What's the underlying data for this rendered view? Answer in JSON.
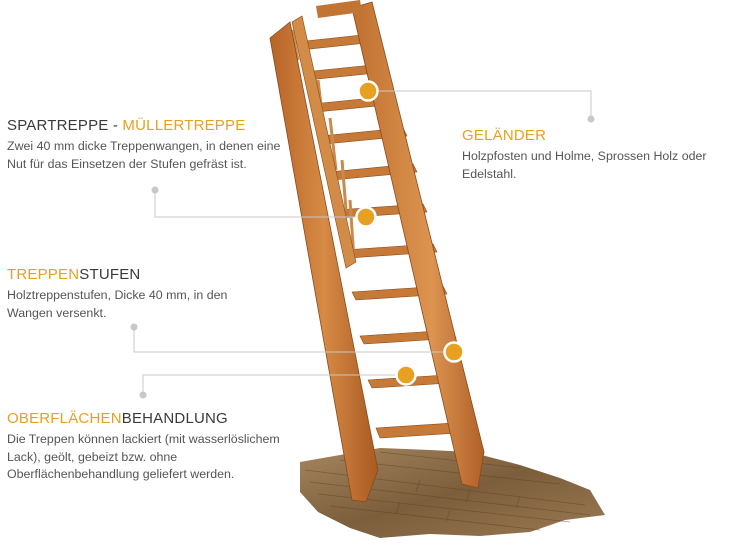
{
  "colors": {
    "accent": "#e8a020",
    "heading": "#3a3a3a",
    "text": "#555555",
    "connector": "#c8c8c8",
    "wood": "#c8732e",
    "wood_dark": "#9a5420",
    "floor": "#8a6a46"
  },
  "callouts": {
    "spartreppe": {
      "title_plain": "SPARTREPPE - ",
      "title_accent": "MÜLLERTREPPE",
      "description": "Zwei 40 mm dicke Treppenwangen, in denen eine Nut für das Einsetzen der Stufen gefräst ist."
    },
    "gelaender": {
      "title_accent": "GELÄNDER",
      "description": "Holzpfosten und Holme, Sprossen Holz oder Edelstahl."
    },
    "treppenstufen": {
      "title_accent": "TREPPEN",
      "title_plain": "STUFEN",
      "description": "Holztreppenstufen, Dicke 40 mm, in den Wangen versenkt."
    },
    "oberflaechen": {
      "title_accent": "OBERFLÄCHEN",
      "title_plain": "BEHANDLUNG",
      "description": "Die Treppen können lackiert (mit wasserlöslichem Lack), geölt, gebeizt bzw. ohne Oberflächenbehandlung geliefert werden."
    }
  },
  "illustration": {
    "subject-icon": "wooden-staircase-icon",
    "floor-icon": "wood-floor-icon",
    "marker-icon": "orange-dot-icon"
  }
}
